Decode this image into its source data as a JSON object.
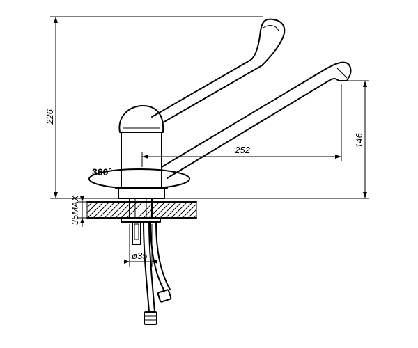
{
  "dimensions": {
    "total_height": "226",
    "spout_reach": "252",
    "spout_height": "146",
    "max_counter_thickness": "35MAX",
    "hole_diameter": "ø35"
  },
  "rotation_label": "360°"
}
